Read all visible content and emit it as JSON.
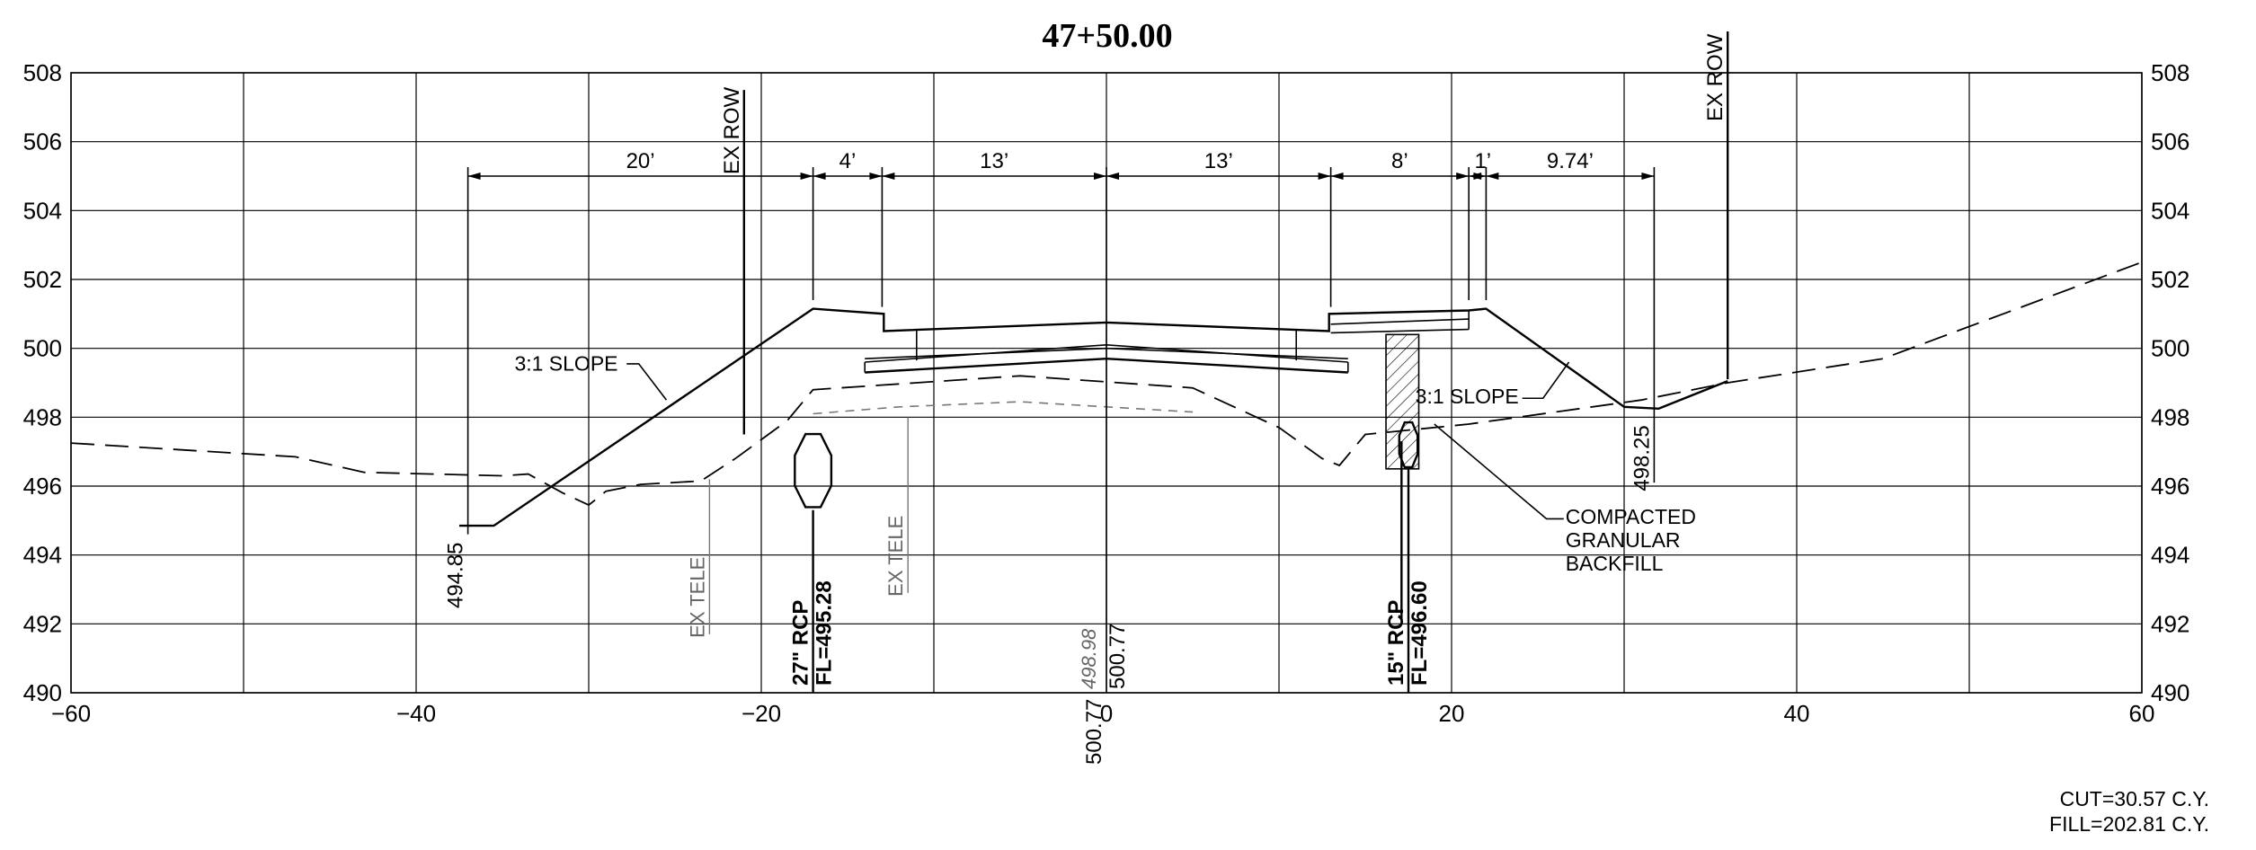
{
  "title": "47+50.00",
  "chart_data": {
    "type": "cross-section",
    "x_ticks": [
      -60,
      -40,
      -20,
      0,
      20,
      40,
      60
    ],
    "x_tick_labels": [
      "−60",
      "−40",
      "−20",
      "0",
      "20",
      "40",
      "60"
    ],
    "y_ticks": [
      490,
      492,
      494,
      496,
      498,
      500,
      502,
      504,
      506,
      508
    ],
    "x_range": [
      -60,
      60
    ],
    "y_range": [
      490,
      508
    ],
    "grid": true,
    "existing_ground": [
      [
        -60,
        497.25
      ],
      [
        -47,
        496.85
      ],
      [
        -43,
        496.4
      ],
      [
        -35,
        496.3
      ],
      [
        -33.5,
        496.35
      ],
      [
        -31.5,
        495.8
      ],
      [
        -30,
        495.45
      ],
      [
        -29,
        495.85
      ],
      [
        -27,
        496.05
      ],
      [
        -23.5,
        496.15
      ],
      [
        -21.5,
        496.8
      ],
      [
        -18.5,
        497.9
      ],
      [
        -17,
        498.8
      ],
      [
        -5,
        499.2
      ],
      [
        5,
        498.85
      ],
      [
        10,
        497.7
      ],
      [
        12.5,
        496.8
      ],
      [
        13.5,
        496.6
      ],
      [
        15,
        497.5
      ],
      [
        21,
        497.8
      ],
      [
        31,
        498.5
      ],
      [
        36,
        499
      ],
      [
        45,
        499.7
      ],
      [
        60,
        502.5
      ]
    ],
    "proposed_surface": [
      [
        -37.5,
        494.85
      ],
      [
        -35.5,
        494.85
      ],
      [
        -17,
        501.15
      ],
      [
        -12.9,
        501
      ],
      [
        -12.9,
        500.5
      ],
      [
        0,
        500.75
      ],
      [
        12.9,
        500.5
      ],
      [
        12.9,
        501
      ],
      [
        21,
        501.1
      ],
      [
        22,
        501.15
      ],
      [
        30,
        498.3
      ],
      [
        32,
        498.25
      ],
      [
        36,
        499.05
      ]
    ],
    "pavement_lower": [
      [
        -14,
        499.7
      ],
      [
        0,
        500
      ],
      [
        14,
        499.7
      ]
    ],
    "base_layer": [
      [
        -14,
        499.3
      ],
      [
        0,
        499.7
      ],
      [
        14,
        499.3
      ]
    ],
    "base_top": [
      [
        -14,
        499.6
      ],
      [
        0,
        500.1
      ],
      [
        14,
        499.6
      ]
    ],
    "curb_layers": [
      [
        [
          13,
          500.7
        ],
        [
          21,
          500.85
        ]
      ],
      [
        [
          13,
          500.45
        ],
        [
          21,
          500.55
        ]
      ]
    ],
    "utility_profile": [
      [
        -17,
        498.1
      ],
      [
        -12,
        498.3
      ],
      [
        -5,
        498.45
      ],
      [
        0,
        498.3
      ],
      [
        5,
        498.15
      ]
    ],
    "dimensions": [
      {
        "from": -37,
        "to": -17,
        "label": "20’"
      },
      {
        "from": -17,
        "to": -13,
        "label": "4’"
      },
      {
        "from": -13,
        "to": 0,
        "label": "13’"
      },
      {
        "from": 0,
        "to": 13,
        "label": "13’"
      },
      {
        "from": 13,
        "to": 21,
        "label": "8’"
      },
      {
        "from": 21,
        "to": 22,
        "label": "1’"
      },
      {
        "from": 22,
        "to": 31.74,
        "label": "9.74’"
      }
    ],
    "dimension_elevation": 505,
    "row_lines": [
      {
        "x": -21,
        "label": "EX ROW"
      },
      {
        "x": 36,
        "label": "EX ROW"
      }
    ],
    "elevation_callouts": [
      {
        "x": -37,
        "label": "494.85"
      },
      {
        "x": 31.74,
        "label": "498.25"
      },
      {
        "x": 0,
        "label": "500.77",
        "existing_label": "498.98"
      }
    ],
    "pipes": [
      {
        "x": -17,
        "label": "27\" RCP",
        "flowline": "FL=495.28"
      },
      {
        "x": 17.5,
        "label": "15\" RCP",
        "flowline": "FL=496.60"
      }
    ],
    "tele_lines": [
      {
        "x": -23,
        "label": "EX TELE"
      },
      {
        "x": -11.5,
        "label": "EX TELE"
      }
    ],
    "slope_labels": [
      "3:1 SLOPE",
      "3:1 SLOPE"
    ],
    "backfill_label": [
      "COMPACTED",
      "GRANULAR",
      "BACKFILL"
    ]
  },
  "quantities": {
    "cut": "CUT=30.57 C.Y.",
    "fill": "FILL=202.81 C.Y."
  }
}
